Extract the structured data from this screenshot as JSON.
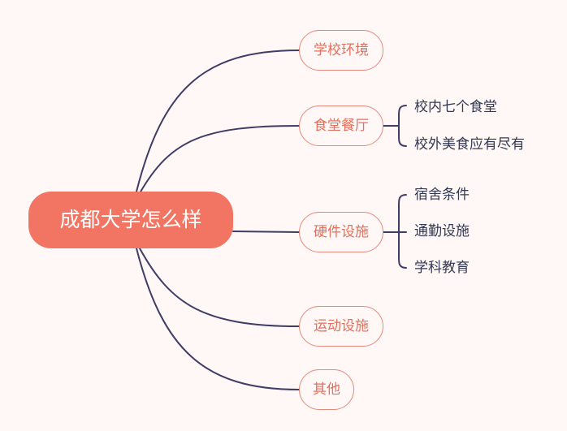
{
  "mindmap": {
    "root": "成都大学怎么样",
    "branches": [
      {
        "label": "学校环境",
        "children": []
      },
      {
        "label": "食堂餐厅",
        "children": [
          "校内七个食堂",
          "校外美食应有尽有"
        ]
      },
      {
        "label": "硬件设施",
        "children": [
          "宿舍条件",
          "通勤设施",
          "学科教育"
        ]
      },
      {
        "label": "运动设施",
        "children": []
      },
      {
        "label": "其他",
        "children": []
      }
    ]
  },
  "colors": {
    "background": "#fff8f6",
    "root_fill": "#f27462",
    "branch_border": "#e58a7b",
    "branch_text": "#e46f5d",
    "connector": "#3f3c66",
    "leaf_text": "#333852"
  }
}
